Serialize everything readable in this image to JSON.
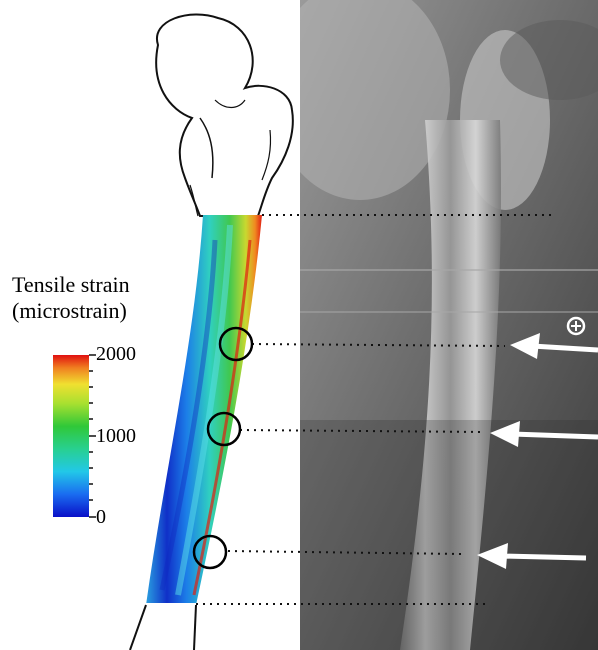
{
  "legend": {
    "title_line1": "Tensile strain",
    "title_line2": "(microstrain)",
    "max_label": "2000",
    "mid_label": "1000",
    "min_label": "0",
    "colors": [
      "#0a1fd6",
      "#1c8cf0",
      "#2ee0d8",
      "#33d45a",
      "#7fd63a",
      "#e8e23a",
      "#f2962a",
      "#e0201a"
    ]
  },
  "colors": {
    "xray_dark": "#2a2a2a",
    "xray_light": "#bdbdbd",
    "strain_low": "#1230c8",
    "strain_high": "#e02818",
    "arrow": "#ffffff"
  },
  "markers": {
    "circles_count": 3,
    "arrows_count": 3
  }
}
